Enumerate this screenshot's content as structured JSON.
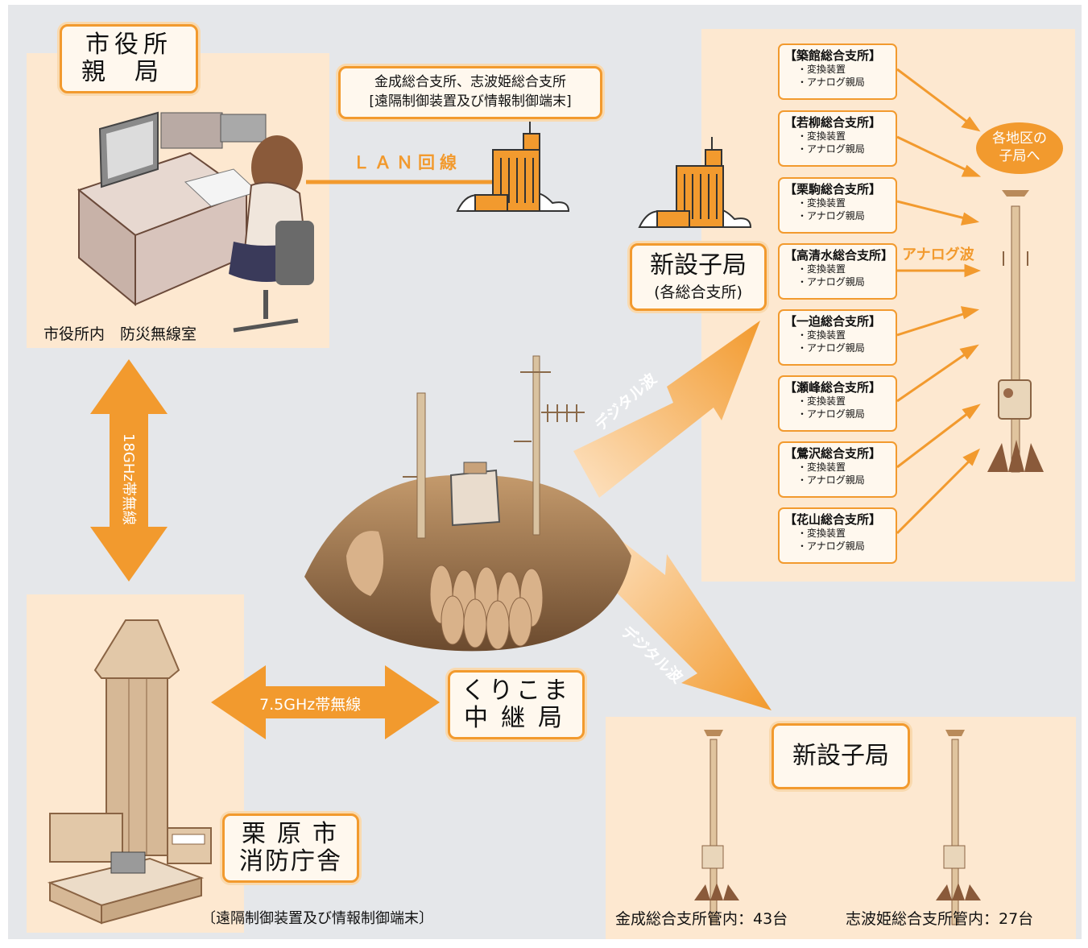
{
  "city_hall": {
    "name": "市役所",
    "station": "親局",
    "room_caption": "市役所内　防災無線室"
  },
  "branch_control": {
    "offices": "金成総合支所、志波姫総合支所",
    "equipment": "[遠隔制御装置及び情報制御端末]"
  },
  "links": {
    "lan": "ＬＡＮ回線",
    "ghz18": "18GHz帯無線",
    "ghz75": "7.5GHz帯無線",
    "analog": "アナログ波",
    "digital_up": "デジタル波",
    "digital_down": "デジタル波"
  },
  "relay": {
    "name": "くりこま",
    "type": "中継局"
  },
  "fire_station": {
    "city": "栗原市",
    "building": "消防庁舎",
    "equipment": "〔遠隔制御装置及び情報制御端末〕"
  },
  "new_substation_top": {
    "title": "新設子局",
    "subtitle": "(各総合支所)"
  },
  "branches": [
    {
      "name": "【築館総合支所】",
      "item1": "・変換装置",
      "item2": "・アナログ親局"
    },
    {
      "name": "【若柳総合支所】",
      "item1": "・変換装置",
      "item2": "・アナログ親局"
    },
    {
      "name": "【栗駒総合支所】",
      "item1": "・変換装置",
      "item2": "・アナログ親局"
    },
    {
      "name": "【高清水総合支所】",
      "item1": "・変換装置",
      "item2": "・アナログ親局"
    },
    {
      "name": "【一迫総合支所】",
      "item1": "・変換装置",
      "item2": "・アナログ親局"
    },
    {
      "name": "【瀬峰総合支所】",
      "item1": "・変換装置",
      "item2": "・アナログ親局"
    },
    {
      "name": "【鶯沢総合支所】",
      "item1": "・変換装置",
      "item2": "・アナログ親局"
    },
    {
      "name": "【花山総合支所】",
      "item1": "・変換装置",
      "item2": "・アナログ親局"
    }
  ],
  "district_bubble": {
    "line1": "各地区の",
    "line2": "子局へ"
  },
  "new_substation_bottom": {
    "title": "新設子局",
    "left_caption": "金成総合支所管内：43台",
    "right_caption": "志波姫総合支所管内：27台"
  },
  "colors": {
    "accent_orange": "#f29a2e",
    "panel_peach": "#fde8d0",
    "background_gray": "#e5e7ea"
  }
}
